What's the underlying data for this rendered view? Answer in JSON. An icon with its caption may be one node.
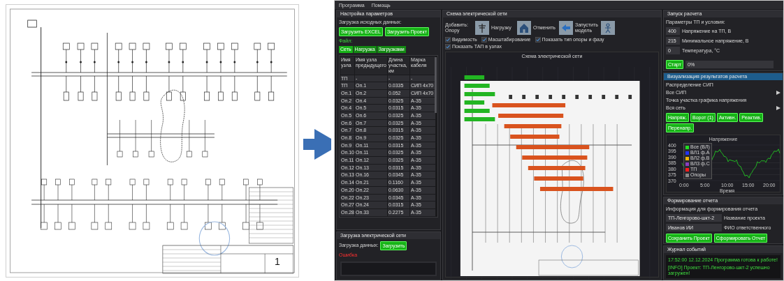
{
  "diagram": {
    "nodes": [
      {
        "text": [],
        "shape": "picture"
      },
      {
        "text": [],
        "shape": "picture"
      },
      {
        "text": [
          "Настройка параметров",
          "Загрузка исходных данных:",
          "Загрузить EXCEL",
          "Загрузить Проект",
          "Файл:",
          "Сеть",
          "Нагрузка",
          "Загрузками"
        ],
        "in": 1
      },
      {
        "text": [
          "Имя узла",
          "Имя узла предыдущего",
          "Длина участка, км",
          "Марка кабеля",
          "ТП",
          "-",
          "-",
          "-",
          "ТП",
          "Оп.1",
          "0.0335",
          "СИП 4х70",
          "Оп.1",
          "Оп.2",
          "0.052",
          "СИП 4х70",
          "Оп.2",
          "Оп.4",
          "0.0325",
          "А-35",
          "Оп.4",
          "Оп.5",
          "0.0315",
          "А-35",
          "Оп.5",
          "Оп.6",
          "0.0325",
          "А-35",
          "Оп.6",
          "Оп.7",
          "0.0325",
          "А-35",
          "Оп.7",
          "Оп.8",
          "0.0315",
          "А-35",
          "Оп.8",
          "Оп.9",
          "0.0325",
          "А-35",
          "Оп.9",
          "Оп.11",
          "0.0315",
          "А-35",
          "Оп.10",
          "Оп.11",
          "0.0325",
          "А-35",
          "Оп.11",
          "Оп.12",
          "0.0325",
          "А-35",
          "Оп.12",
          "Оп.13",
          "0.0315",
          "А-35",
          "Оп.13",
          "Оп.16",
          "0.0345",
          "А-35",
          "Оп.14",
          "Оп.21",
          "0.1160",
          "А-35",
          "Оп.20",
          "Оп.22",
          "0.0630",
          "А-35",
          "Оп.22",
          "Оп.23",
          "0.0345",
          "А-35",
          "Оп.27",
          "Оп.24",
          "0.0315",
          "А-35",
          "Оп.28",
          "Оп.33",
          "0.2275",
          "А-35"
        ],
        "in": 2
      },
      {
        "text": [
          "Загрузка электрической сети",
          "Загрузка данных:",
          "Загрузить",
          "Ошибка"
        ],
        "in": 1
      },
      {
        "text": [
          "Схема электрической сети",
          "Добавить: Опору",
          "Нагрузку",
          "Отменить",
          "Запустить модель",
          "Видимость",
          "Масштабирование",
          "Показать тип опоры и фазу",
          "Показать ТАП в узлах",
          "Схема электрической сети"
        ],
        "in": 1
      },
      {
        "text": [
          "Запуск расчета",
          "Параметры ТП и условия:",
          "400",
          "Напряжение на ТП, В",
          "215",
          "Минимальное напряжение, В",
          "0",
          "Температура, °С",
          "Старт",
          "0%"
        ],
        "in": 1
      },
      {
        "text": [
          "Визуализация результатов расчета",
          "Распределение СИП",
          "Все СИП",
          "Точка участка графика напряжения",
          "Вся сеть",
          "Напряж.",
          "Ворот (1)",
          "Активн.",
          "Реактив.",
          "Перенапр."
        ],
        "in": 1
      },
      {
        "text": [
          "Формирование отчета",
          "Информация для формирования отчета",
          "ТП-Ленгорово-шкт-2",
          "Название проекта",
          "Иванов ИИ",
          "ФИО ответственного",
          "Сохранить Проект",
          "Сформировать Отчет"
        ],
        "in": 1
      },
      {
        "text": [
          "Журнал событий",
          "17:52:00 12.12.2024 Программа готова к работе!",
          "[INFO] Проект: ТП-Ленгорово-шкт-2 успешно загружен!"
        ],
        "in": 1
      },
      {
        "text": [],
        "shape": "box",
        "in": 4
      }
    ],
    "edges": [
      {
        "from": 0,
        "to": 1,
        "arrow": "to"
      }
    ],
    "labels": [
      "Программа",
      "Помощь",
      "Напряжение",
      "400",
      "395",
      "390",
      "385",
      "380",
      "375",
      "370",
      "0:00",
      "5:00",
      "10:00",
      "15:00",
      "20:00",
      "Время",
      "1"
    ],
    "legend": [
      {
        "text": "Все (ВЛ)",
        "color": "#22dd22"
      },
      {
        "text": "ВЛ1 ф.А",
        "color": "#2233ff"
      },
      {
        "text": "ВЛ2 ф.В",
        "color": "#f0b400"
      },
      {
        "text": "ВЛ3 ф.С",
        "color": "#8a3fc0"
      },
      {
        "text": "ТП",
        "color": "#ff1a1a"
      },
      {
        "text": "Опоры",
        "color": "#888888"
      }
    ]
  }
}
